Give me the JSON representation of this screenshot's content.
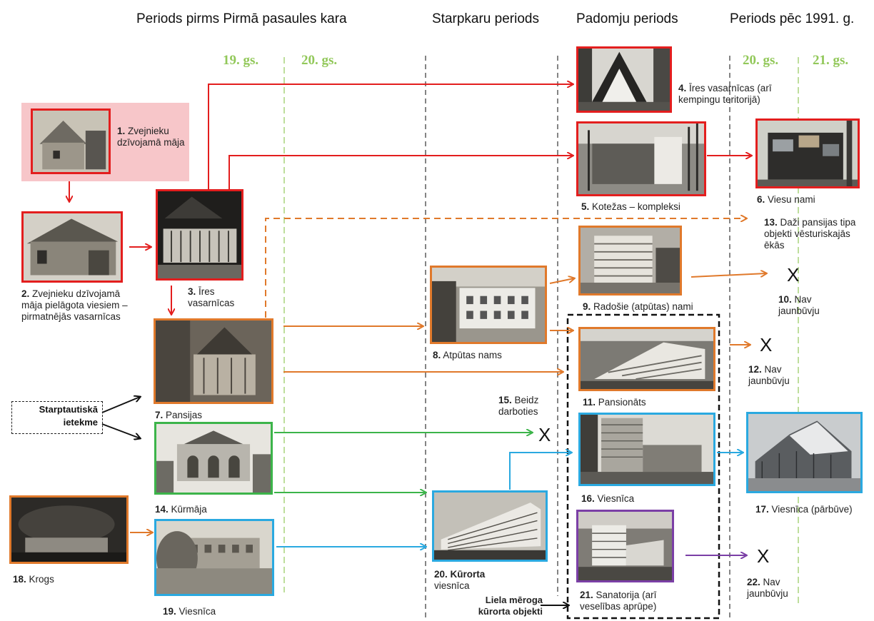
{
  "periods": {
    "p1": "Periods pirms Pirmā pasaules kara",
    "p2": "Starpkaru periods",
    "p3": "Padomju periods",
    "p4": "Periods pēc 1991. g."
  },
  "centuries": {
    "c19": "19. gs.",
    "c20a": "20. gs.",
    "c20b": "20. gs.",
    "c21": "21. gs."
  },
  "items": {
    "i1": {
      "num": "1.",
      "text": "Zvejnieku dzīvojamā māja"
    },
    "i2": {
      "num": "2.",
      "text": "Zvejnieku dzīvojamā māja pielāgota viesiem – pirmatnējās vasarnīcas"
    },
    "i3": {
      "num": "3.",
      "text": "Īres vasarnīcas"
    },
    "i4": {
      "num": "4.",
      "text": "Īres vasarnīcas (arī kempingu teritorijā)"
    },
    "i5": {
      "num": "5.",
      "text": "Kotežas – kompleksi"
    },
    "i6": {
      "num": "6.",
      "text": "Viesu nami"
    },
    "i7": {
      "num": "7.",
      "text": "Pansijas"
    },
    "i8": {
      "num": "8.",
      "text": "Atpūtas nams"
    },
    "i9": {
      "num": "9.",
      "text": "Radošie (atpūtas) nami"
    },
    "i10": {
      "num": "10.",
      "text": "Nav jaunbūvju"
    },
    "i11": {
      "num": "11.",
      "text": "Pansionāts"
    },
    "i12": {
      "num": "12.",
      "text": "Nav jaunbūvju"
    },
    "i13": {
      "num": "13.",
      "text": "Daži pansijas tipa objekti vēsturiskajās ēkās"
    },
    "i14": {
      "num": "14.",
      "text": "Kūrmāja"
    },
    "i15": {
      "num": "15.",
      "text": "Beidz darboties"
    },
    "i16": {
      "num": "16.",
      "text": "Viesnīca"
    },
    "i17": {
      "num": "17.",
      "text": "Viesnīca (pārbūve)"
    },
    "i18": {
      "num": "18.",
      "text": "Krogs"
    },
    "i19": {
      "num": "19.",
      "text": "Viesnīca"
    },
    "i20": {
      "num": "20.",
      "bold": "Kūrorta",
      "text": "viesnīca"
    },
    "i21": {
      "num": "21.",
      "text": "Sanatorija (arī veselības aprūpe)"
    },
    "i22": {
      "num": "22.",
      "text": "Nav jaunbūvju"
    }
  },
  "influence": {
    "line1": "Starptautiskā",
    "line2": "ietekme"
  },
  "large_scale": {
    "line1": "Liela mēroga",
    "line2": "kūrorta objekti"
  },
  "x_mark": "X",
  "colors": {
    "red": "#e31e1e",
    "orange": "#e0792b",
    "green": "#3cb44a",
    "blue": "#2aa9e0",
    "purple": "#7b3fa6",
    "century": "#92c85a"
  }
}
